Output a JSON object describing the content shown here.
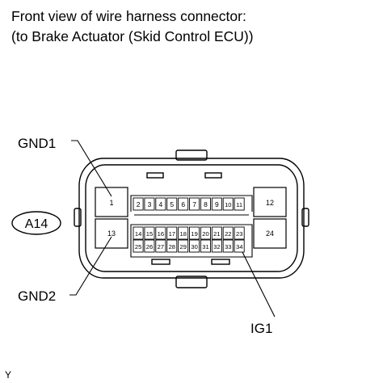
{
  "title": {
    "line1": "Front view of wire harness connector:",
    "line2": "(to Brake Actuator (Skid Control ECU))"
  },
  "connector_code": "A14",
  "callouts": {
    "gnd1": "GND1",
    "gnd2": "GND2",
    "ig1": "IG1"
  },
  "corner_mark": "Y",
  "pins": {
    "left_top": "1",
    "left_bottom": "13",
    "right_top": "12",
    "right_bottom": "24",
    "row1": [
      "2",
      "3",
      "4",
      "5",
      "6",
      "7",
      "8",
      "9",
      "10",
      "11"
    ],
    "row2": [
      "14",
      "15",
      "16",
      "17",
      "18",
      "19",
      "20",
      "21",
      "22",
      "23"
    ],
    "row3": [
      "25",
      "26",
      "27",
      "28",
      "29",
      "30",
      "31",
      "32",
      "33",
      "34"
    ]
  }
}
